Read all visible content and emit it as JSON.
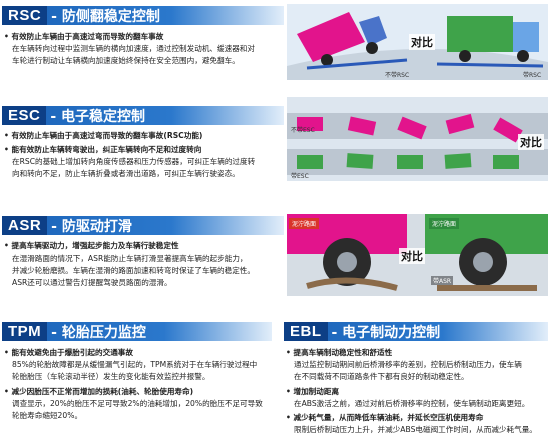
{
  "rsc": {
    "abbr": "RSC",
    "title": "- 防侧翻稳定控制",
    "b1": "有效防止车辆由于高速过弯而导致的翻车事故",
    "p1": "在车辆转向过程中监测车辆的横向加速度，通过控制发动机、缓速器和对",
    "p2": "车轮进行制动让车辆横向加速度始终保持在安全范围内，避免翻车。",
    "compare": "对比",
    "label_without": "不带RSC",
    "label_with": "带RSC"
  },
  "esc": {
    "abbr": "ESC",
    "title": "- 电子稳定控制",
    "b1": "有效防止车辆由于高速过弯而导致的翻车事故(RSC功能)",
    "b2": "能有效防止车辆转弯驶出，纠正车辆转向不足和过度转向",
    "p1": "在RSC的基础上增加转向角度传感器和压力传感器，可纠正车辆的过度转",
    "p2": "向和转向不足，防止车辆折叠或者滑出道路，可纠正车辆行驶姿态。",
    "compare": "对比",
    "label_without": "不带ESC",
    "label_with": "带ESC"
  },
  "asr": {
    "abbr": "ASR",
    "title": "- 防驱动打滑",
    "b1": "提高车辆驱动力，增强起步能力及车辆行驶稳定性",
    "p1": "在湿滑路面的情况下，ASR能防止车辆打滑显著提高车辆的起步能力，",
    "p2": "并减少轮胎磨损。车辆在湿滑的路面加速和转弯时保证了车辆的稳定性。",
    "p3": "ASR还可以通过警告灯提醒驾驶员路面的湿滑。",
    "compare": "对比",
    "label_mud1": "泥泞路面",
    "label_mud2": "泥泞路面",
    "label_with": "带ASR"
  },
  "tpm": {
    "abbr": "TPM",
    "title": "- 轮胎压力监控",
    "b1": "能有效避免由于爆胎引起的交通事故",
    "p1": "85%的轮胎故障都是从缓慢漏气引起的，TPM系统对于在车辆行驶过程中",
    "p2": "轮胎胎压（车轮滚动半径）发生的变化能有效监控并报警。",
    "b2": "减少因胎压不正常而增加的损耗(油耗、轮胎使用寿命)",
    "p3": "调查显示，20%的胎压不足可导致2%的油耗增加，20%的胎压不足可导致",
    "p4": "轮胎寿命缩短20%。"
  },
  "ebl": {
    "abbr": "EBL",
    "title": "- 电子制动力控制",
    "b1": "提高车辆制动稳定性和舒适性",
    "p1": "通过监控制动期间前后桥滑移率的差别，控制后桥制动压力，使车辆",
    "p2": "在不同载荷不同道路条件下都有良好的制动稳定性。",
    "b2": "增加制动距离",
    "p3": "在ABS激活之前，通过对前后桥滑移率的控制，使车辆制动距离更短。",
    "b3": "减少耗气量，从而降低车辆油耗，并延长空压机使用寿命",
    "p4": "限制后桥制动压力上升，并减少ABS电磁阀工作时间，从而减少耗气量。"
  }
}
